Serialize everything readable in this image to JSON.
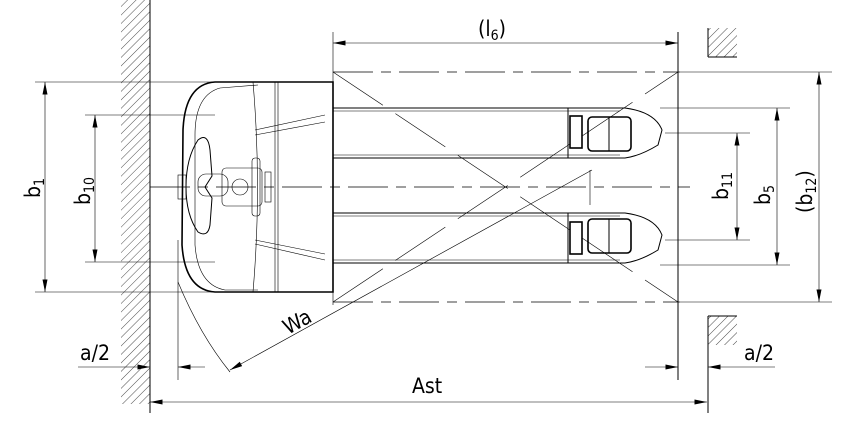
{
  "labels": {
    "l6": "(l",
    "l6_sub": "6",
    "l6_close": ")",
    "b1": "b",
    "b1_sub": "1",
    "b10": "b",
    "b10_sub": "10",
    "b11": "b",
    "b11_sub": "11",
    "b5": "b",
    "b5_sub": "5",
    "b12_open": "(b",
    "b12_sub": "12",
    "b12_close": ")",
    "wa": "Wa",
    "a2_left": "a/2",
    "a2_right": "a/2",
    "ast": "Ast"
  },
  "colors": {
    "line": "#000000",
    "background": "#ffffff"
  }
}
